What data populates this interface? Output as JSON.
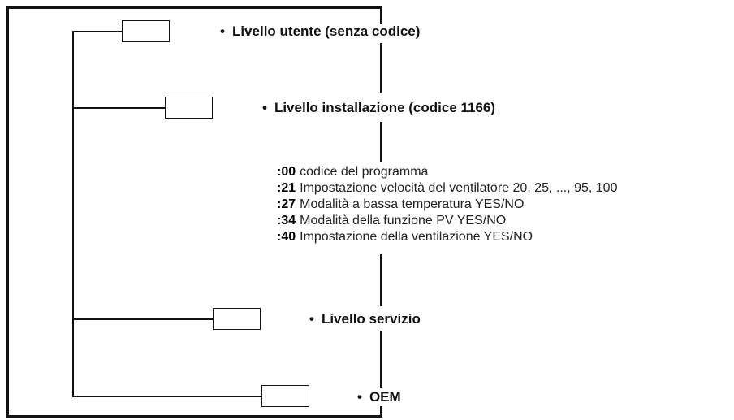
{
  "levels": [
    {
      "label": "Livello utente (senza codice)"
    },
    {
      "label": "Livello installazione (codice 1166)"
    },
    {
      "label": "Livello servizio"
    },
    {
      "label": "OEM"
    }
  ],
  "bullet": "•",
  "parameters": [
    {
      "code": ":00",
      "text": "codice del programma"
    },
    {
      "code": ":21",
      "text": "Impostazione velocità del ventilatore 20, 25, ..., 95, 100"
    },
    {
      "code": ":27",
      "text": "Modalità a bassa temperatura YES/NO"
    },
    {
      "code": ":34",
      "text": "Modalità della funzione PV YES/NO"
    },
    {
      "code": ":40",
      "text": "Impostazione della ventilazione YES/NO"
    }
  ]
}
